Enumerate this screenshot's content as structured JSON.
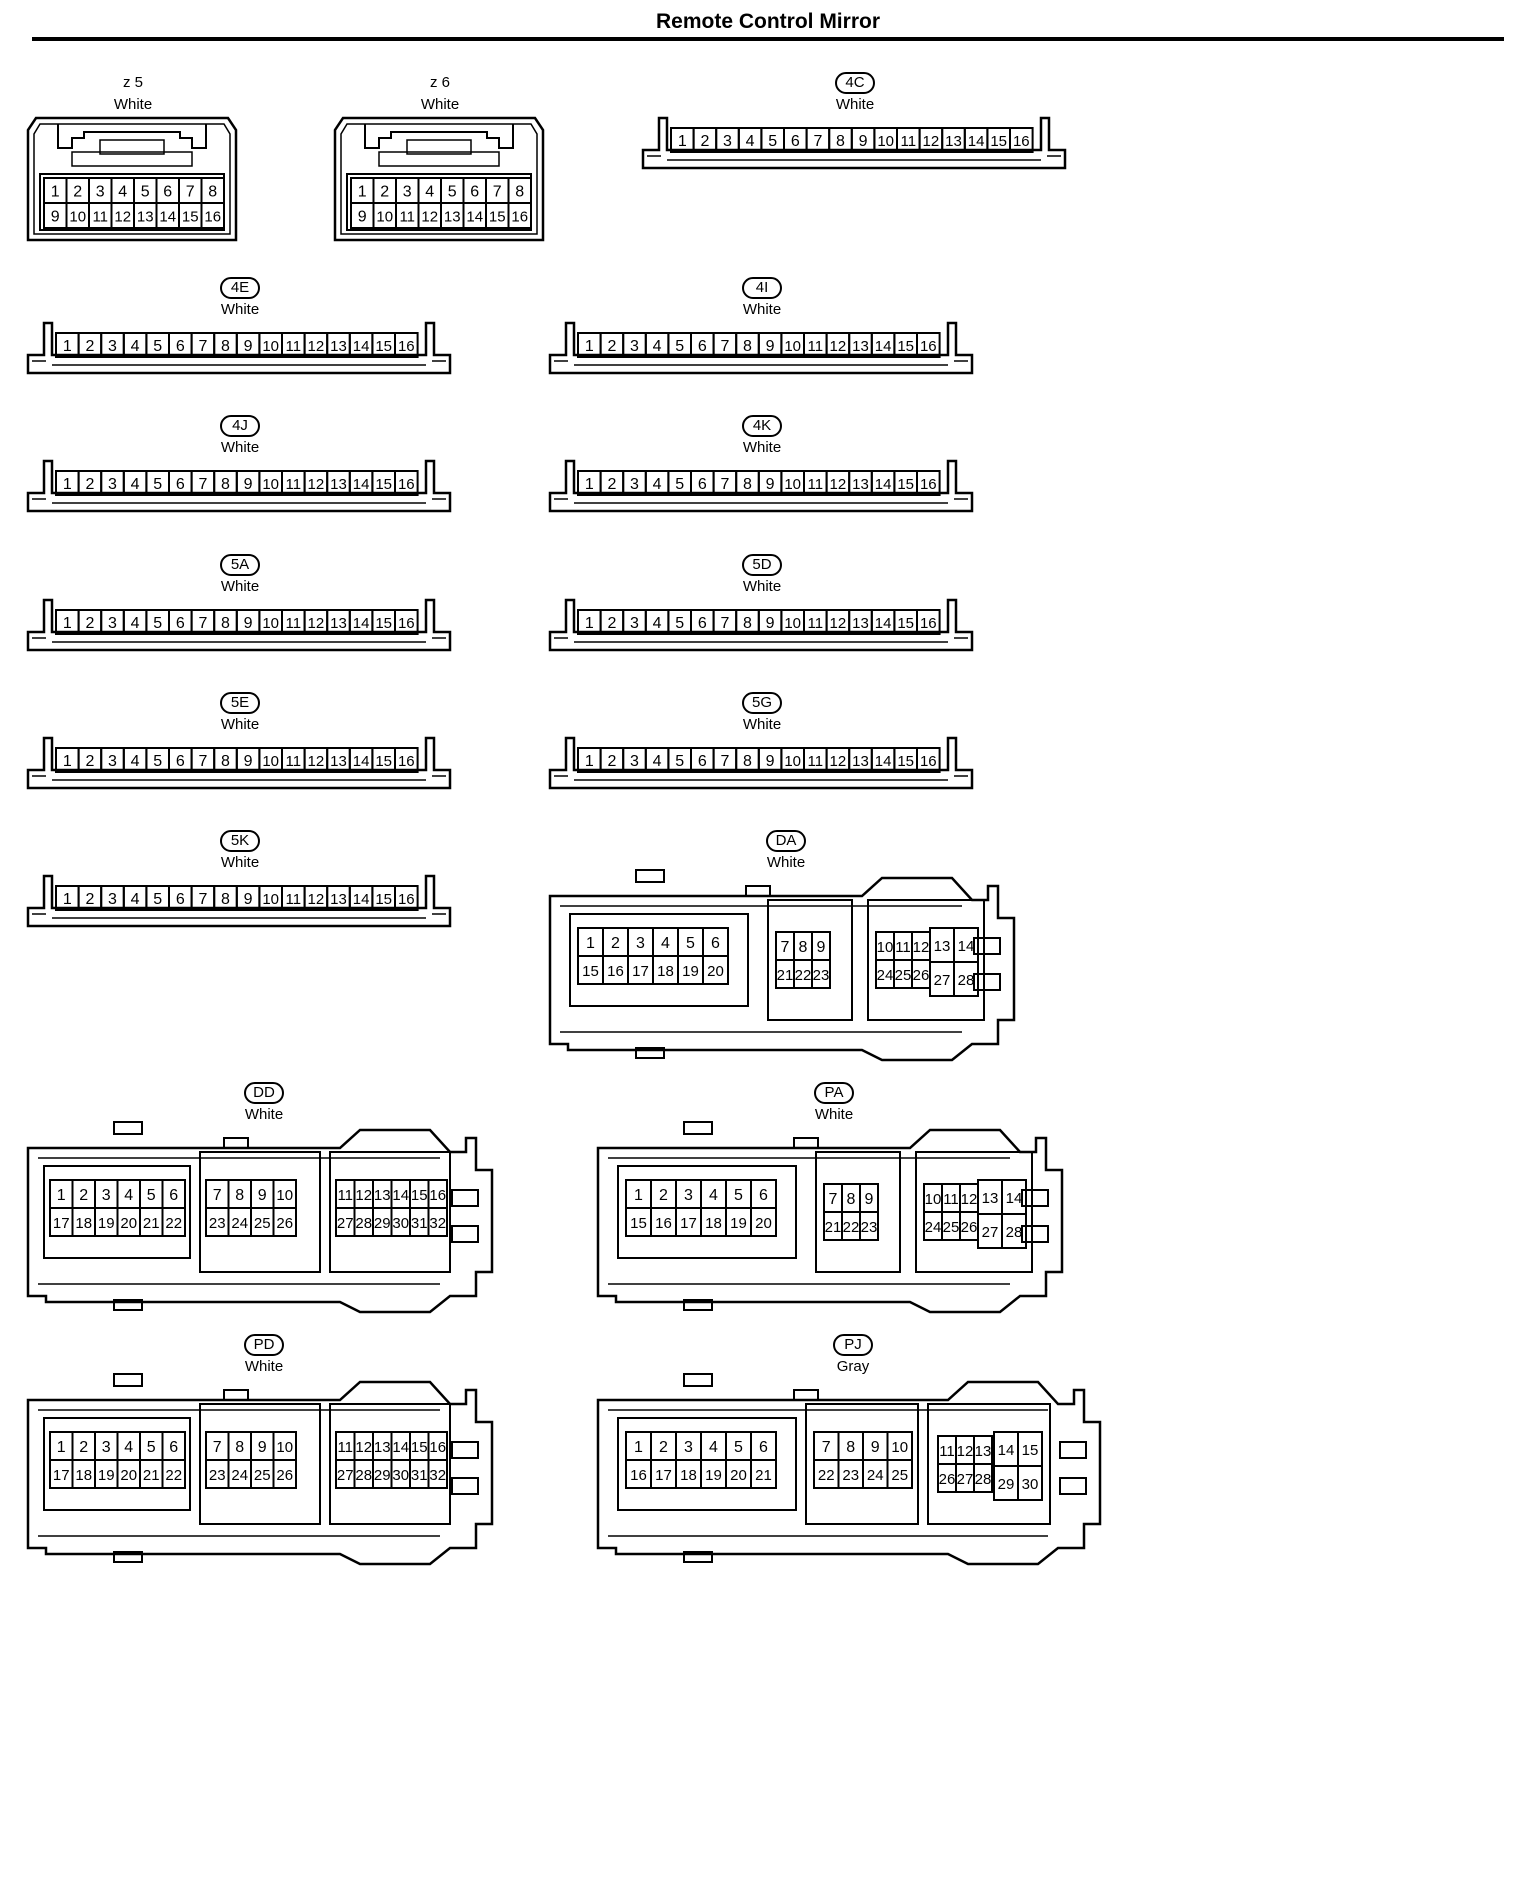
{
  "title": "Remote Control Mirror",
  "connectors": [
    {
      "id": "z5",
      "code": "z 5",
      "color": "White",
      "boxed": false,
      "kind": "small16"
    },
    {
      "id": "z6",
      "code": "z 6",
      "color": "White",
      "boxed": false,
      "kind": "small16"
    },
    {
      "id": "4C",
      "code": "4C",
      "color": "White",
      "boxed": true,
      "kind": "strip16"
    },
    {
      "id": "4E",
      "code": "4E",
      "color": "White",
      "boxed": true,
      "kind": "strip16"
    },
    {
      "id": "4I",
      "code": "4I",
      "color": "White",
      "boxed": true,
      "kind": "strip16"
    },
    {
      "id": "4J",
      "code": "4J",
      "color": "White",
      "boxed": true,
      "kind": "strip16"
    },
    {
      "id": "4K",
      "code": "4K",
      "color": "White",
      "boxed": true,
      "kind": "strip16"
    },
    {
      "id": "5A",
      "code": "5A",
      "color": "White",
      "boxed": true,
      "kind": "strip16"
    },
    {
      "id": "5D",
      "code": "5D",
      "color": "White",
      "boxed": true,
      "kind": "strip16"
    },
    {
      "id": "5E",
      "code": "5E",
      "color": "White",
      "boxed": true,
      "kind": "strip16"
    },
    {
      "id": "5G",
      "code": "5G",
      "color": "White",
      "boxed": true,
      "kind": "strip16"
    },
    {
      "id": "5K",
      "code": "5K",
      "color": "White",
      "boxed": true,
      "kind": "strip16"
    },
    {
      "id": "DA",
      "code": "DA",
      "color": "White",
      "boxed": true,
      "kind": "ecu28"
    },
    {
      "id": "DD",
      "code": "DD",
      "color": "White",
      "boxed": true,
      "kind": "ecu32"
    },
    {
      "id": "PA",
      "code": "PA",
      "color": "White",
      "boxed": true,
      "kind": "ecu28"
    },
    {
      "id": "PD",
      "code": "PD",
      "color": "White",
      "boxed": true,
      "kind": "ecu32"
    },
    {
      "id": "PJ",
      "code": "PJ",
      "color": "Gray",
      "boxed": true,
      "kind": "ecu30"
    }
  ],
  "pin_layouts": {
    "small16": [
      [
        1,
        2,
        3,
        4,
        5,
        6,
        7,
        8
      ],
      [
        9,
        10,
        11,
        12,
        13,
        14,
        15,
        16
      ]
    ],
    "strip16": [
      [
        1,
        2,
        3,
        4,
        5,
        6,
        7,
        8,
        9,
        10,
        11,
        12,
        13,
        14,
        15,
        16
      ]
    ],
    "ecu28": {
      "left": [
        [
          1,
          2,
          3,
          4,
          5,
          6
        ],
        [
          15,
          16,
          17,
          18,
          19,
          20
        ]
      ],
      "mid": [
        [
          7,
          8,
          9
        ],
        [
          21,
          22,
          23
        ]
      ],
      "right_small": [
        [
          10,
          11,
          12
        ],
        [
          24,
          25,
          26
        ]
      ],
      "right_large": [
        [
          13,
          14
        ],
        [
          27,
          28
        ]
      ]
    },
    "ecu32": {
      "left": [
        [
          1,
          2,
          3,
          4,
          5,
          6
        ],
        [
          17,
          18,
          19,
          20,
          21,
          22
        ]
      ],
      "mid": [
        [
          7,
          8,
          9,
          10
        ],
        [
          23,
          24,
          25,
          26
        ]
      ],
      "right": [
        [
          11,
          12,
          13,
          14,
          15,
          16
        ],
        [
          27,
          28,
          29,
          30,
          31,
          32
        ]
      ]
    },
    "ecu30": {
      "left": [
        [
          1,
          2,
          3,
          4,
          5,
          6
        ],
        [
          16,
          17,
          18,
          19,
          20,
          21
        ]
      ],
      "mid": [
        [
          7,
          8,
          9,
          10
        ],
        [
          22,
          23,
          24,
          25
        ]
      ],
      "right_small": [
        [
          11,
          12,
          13
        ],
        [
          26,
          27,
          28
        ]
      ],
      "right_large": [
        [
          14,
          15
        ],
        [
          29,
          30
        ]
      ]
    }
  }
}
